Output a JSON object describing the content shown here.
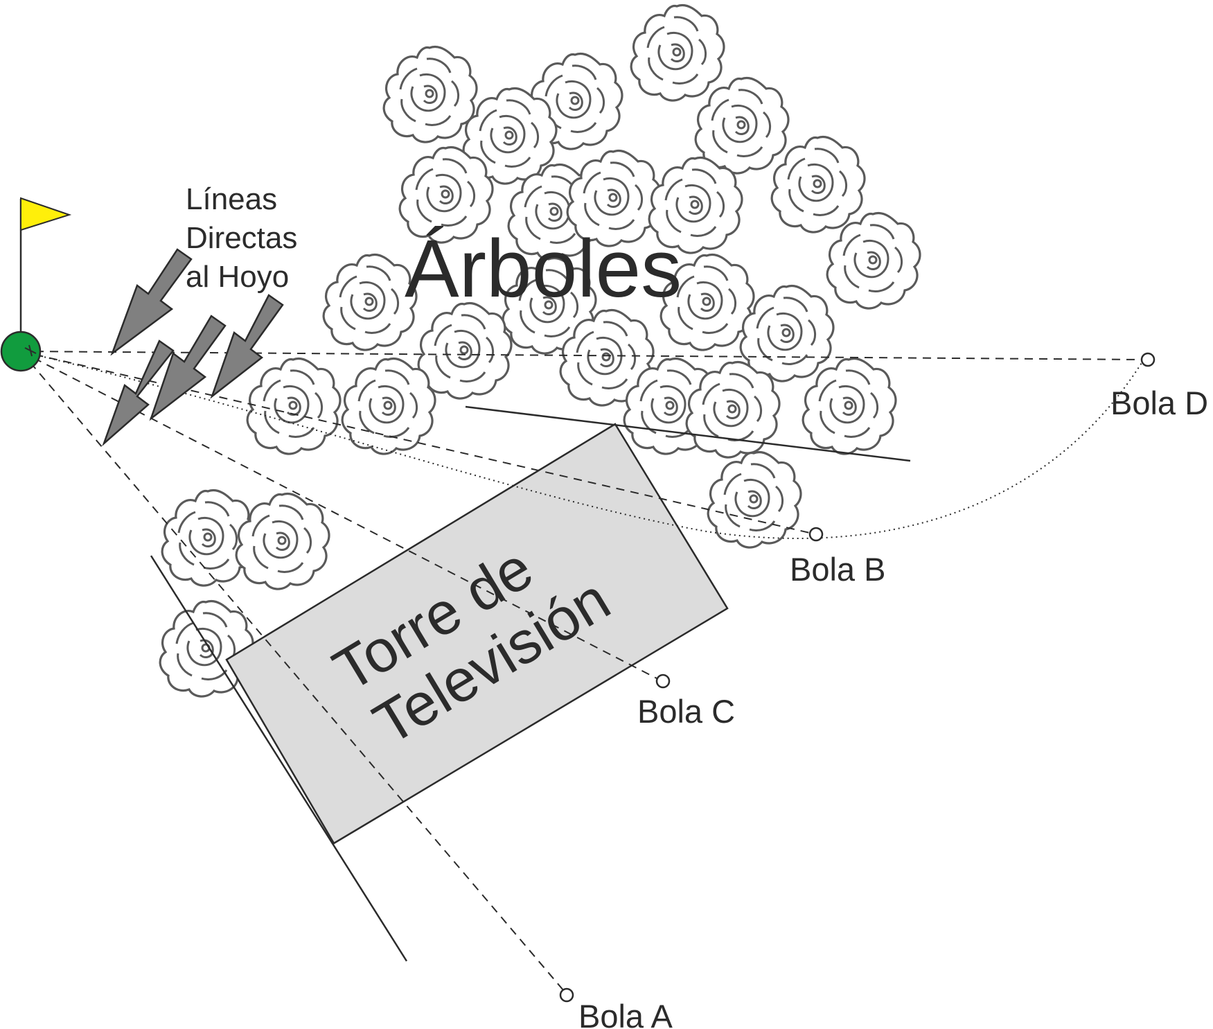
{
  "labels": {
    "trees": "Árboles",
    "tower_line1": "Torre de",
    "tower_line2": "Televisión",
    "lines_line1": "Líneas",
    "lines_line2": "Directas",
    "lines_line3": "al Hoyo"
  },
  "balls": [
    {
      "id": "a",
      "label": "Bola A"
    },
    {
      "id": "b",
      "label": "Bola B"
    },
    {
      "id": "c",
      "label": "Bola C"
    },
    {
      "id": "d",
      "label": "Bola D"
    }
  ],
  "colors": {
    "flag": "#ffef0a",
    "hole": "#119c3e",
    "tower_fill": "#dcdcdc",
    "tree_stroke": "#5a5a5a",
    "arrow_fill": "#808080"
  },
  "icons": {
    "hole": "green-hole-icon",
    "flag": "yellow-flag-icon",
    "tree": "tree-canopy-icon",
    "arrow": "arrow-icon"
  }
}
